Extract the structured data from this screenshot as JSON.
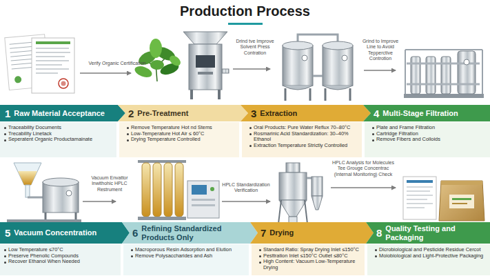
{
  "diagram": {
    "title": "Production Process",
    "nodes": [
      {
        "text": [
          "1",
          "Raw Material Acceptance",
          "Traceability Documents",
          "Trecability Linetack",
          "Seperatent Organic Productamainate"
        ]
      },
      {
        "text": [
          "2",
          "Pre-Treatment",
          "Remove Temperature Hot nd Stems",
          "Low-Temperature Hot Air ≤ 60°C",
          "Drying Temperature Controlled"
        ]
      },
      {
        "text": [
          "3",
          "Extraction",
          "Oral Products: Pure Water Reflux 70–80°C",
          "Rosmarinic Acid Standardization: 30–40% Ethanol",
          "Extraction Temperature Strictly Controlled"
        ]
      },
      {
        "text": [
          "4",
          "Multi-Stage Filtration",
          "Plate and Frame Filtration",
          "Cartridge Filtration",
          "Remove Fibers and Colloids"
        ]
      },
      {
        "text": [
          "5",
          "Vacuum Concentration",
          "Low Temperature ≤70°C",
          "Preserve Phenolic Compounds",
          "Recover Ethanol When Needed"
        ]
      },
      {
        "text": [
          "6",
          "Refining Standardized Products Only",
          "Macroporous Resin Adsorption and Elution",
          "Remove Polysaccharides and Ash"
        ]
      },
      {
        "text": [
          "7",
          "Drying",
          "Standard Ratio: Spray Drying Inlet ≤150°C",
          "Pesttration Inlet ≤150°C Outlet ≤80°C",
          "High Content: Vacuum Low-Temperature Drying"
        ]
      },
      {
        "text": [
          "8",
          "Quality Testing and Packaging",
          "Dicrobiological and Pesticide Residue Cercot",
          "Moiobiological and Light-Protective Packaging"
        ]
      }
    ],
    "labels": [
      "Verify Organic Certification",
      "Drind tve Improve Solvent Press Contration",
      "Grind to Improve Line to Avoid Tepperctive Controtion",
      "Vacuum Envattor lnwithohic HPLC Restrument",
      "HPLC Standardization Verification",
      "HPLC Analysis for Molecules Tee Grouge Concentrac (Internal Monitoring) Check"
    ]
  }
}
